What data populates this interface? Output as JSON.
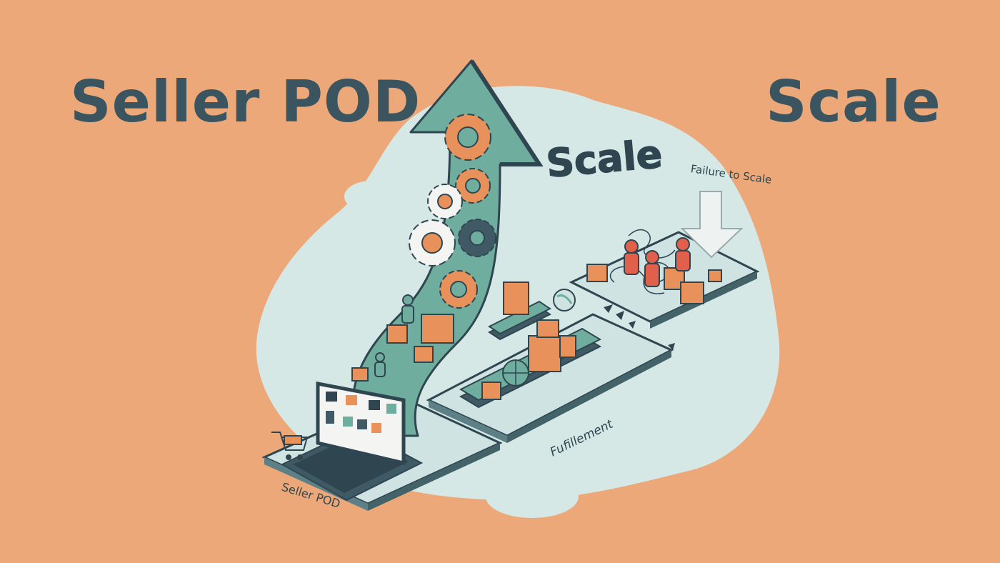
{
  "headline": {
    "left": "Seller POD",
    "right": "Scale"
  },
  "illustration": {
    "scale_label": "Scale",
    "failure_label": "Failure to Scale",
    "fulfillment_label": "Fufillement",
    "seller_label": "Seller POD",
    "colors": {
      "background": "#eca878",
      "blob": "#d5e8e6",
      "arrow": "#6fae9f",
      "accent_orange": "#e8915a",
      "dark_slate": "#3b5560",
      "red_figures": "#e0604c"
    }
  }
}
